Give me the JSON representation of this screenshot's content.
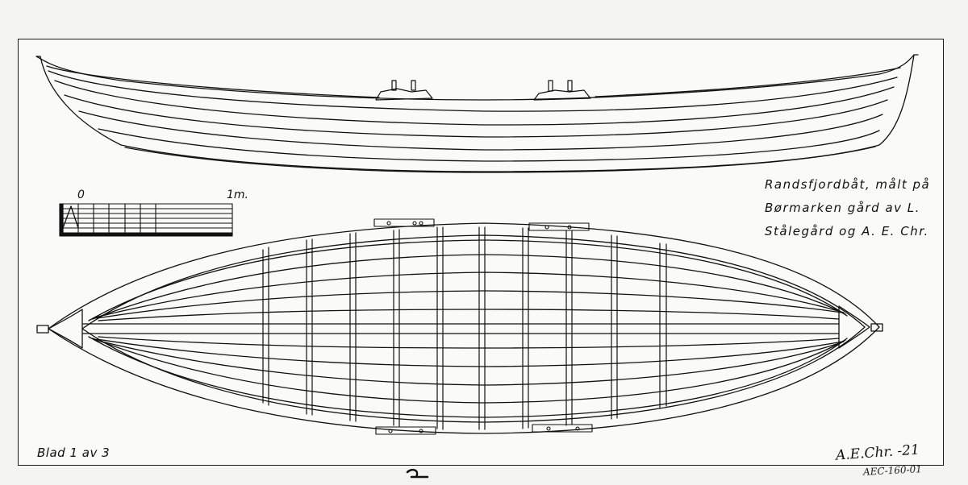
{
  "title_lines": [
    "Randsfjordbåt, målt på",
    "Børmarken gård av L.",
    "Stålegård og A. E. Chr."
  ],
  "scale_bar": {
    "start_label": "0",
    "end_label": "1m."
  },
  "sheet_label": "Blad 1 av 3",
  "signature": "A.E.Chr. -21",
  "catalog_number": "AEC-160-01"
}
